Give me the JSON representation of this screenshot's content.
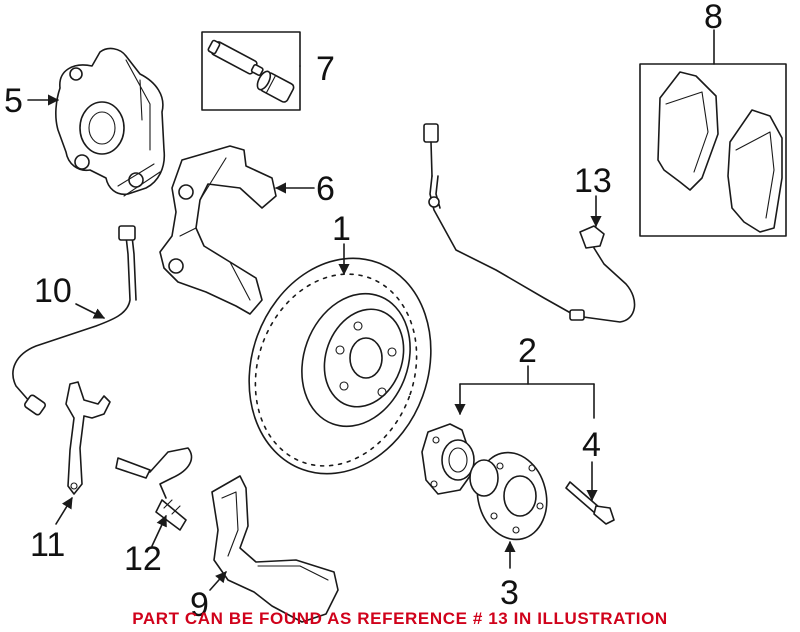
{
  "callouts": {
    "c1": "1",
    "c2": "2",
    "c3": "3",
    "c4": "4",
    "c5": "5",
    "c6": "6",
    "c7": "7",
    "c8": "8",
    "c9": "9",
    "c10": "10",
    "c11": "11",
    "c12": "12",
    "c13": "13"
  },
  "caption": {
    "text": "PART CAN BE FOUND AS REFERENCE # 13 IN ILLUSTRATION",
    "color": "#d0021b"
  }
}
